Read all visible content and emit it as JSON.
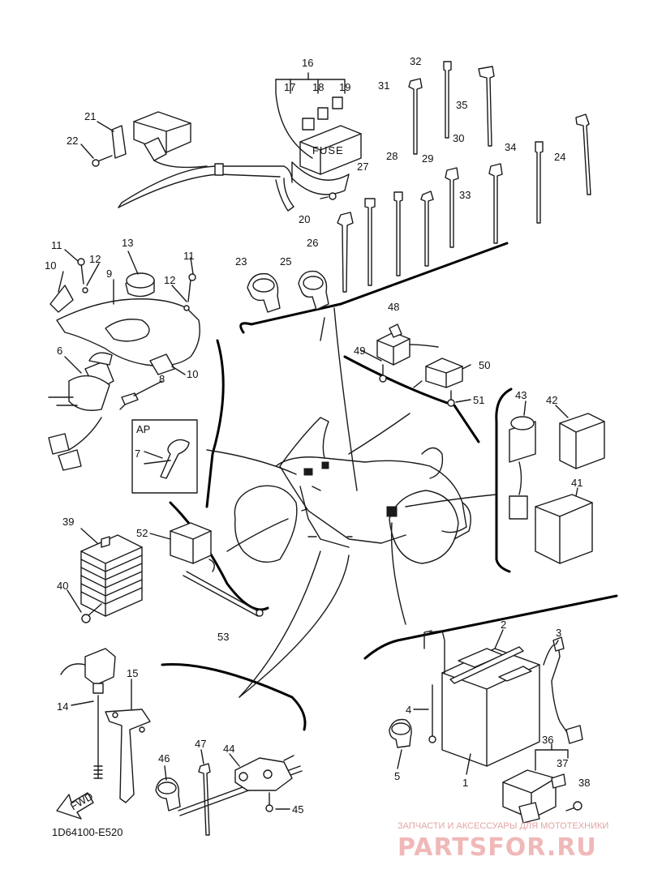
{
  "diagram": {
    "code": "1D64100-E520",
    "fwd_label": "FWD",
    "fuse_label": "FUSE",
    "ap_label": "AP",
    "parts": [
      "1",
      "2",
      "3",
      "4",
      "5",
      "6",
      "7",
      "8",
      "9",
      "10",
      "11",
      "12",
      "13",
      "14",
      "15",
      "16",
      "17",
      "18",
      "19",
      "20",
      "21",
      "22",
      "23",
      "24",
      "25",
      "26",
      "27",
      "28",
      "29",
      "30",
      "31",
      "32",
      "33",
      "34",
      "35",
      "36",
      "37",
      "38",
      "39",
      "40",
      "41",
      "42",
      "43",
      "44",
      "45",
      "46",
      "47",
      "48",
      "49",
      "50",
      "51",
      "52",
      "53"
    ]
  },
  "watermark": {
    "caption": "ЗАПЧАСТИ И АКСЕССУАРЫ ДЛЯ МОТОТЕХНИКИ",
    "brand": "PARTSFOR.RU"
  },
  "colors": {
    "line": "#1a1a1a",
    "watermark": "#f0b8b8"
  }
}
